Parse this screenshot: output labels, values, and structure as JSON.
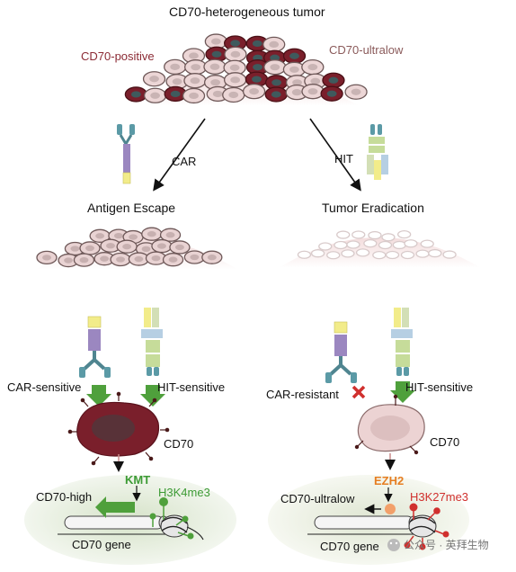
{
  "top": {
    "title": "CD70-heterogeneous tumor",
    "positive_label": "CD70-positive",
    "ultralow_label": "CD70-ultralow"
  },
  "arrows": {
    "left_label": "CAR",
    "right_label": "HIT"
  },
  "outcomes": {
    "left": "Antigen Escape",
    "right": "Tumor Eradication"
  },
  "left_panel": {
    "car_sensitive": "CAR-sensitive",
    "hit_sensitive": "HIT-sensitive",
    "cd70": "CD70",
    "enzyme": "KMT",
    "state": "CD70-high",
    "mark": "H3K4me3",
    "gene": "CD70 gene"
  },
  "right_panel": {
    "car_resistant": "CAR-resistant",
    "hit_sensitive": "HIT-sensitive",
    "cd70": "CD70",
    "enzyme": "EZH2",
    "state": "CD70-ultralow",
    "mark": "H3K27me3",
    "gene": "CD70 gene"
  },
  "watermark": "公众号 · 英拜生物",
  "colors": {
    "positive_cell": "#7a1f2b",
    "ultralow_cell": "#ecd3d3",
    "nucleus": "#3f5a5d",
    "green": "#4fa03c",
    "red": "#d0302e",
    "orange": "#e67e22"
  }
}
